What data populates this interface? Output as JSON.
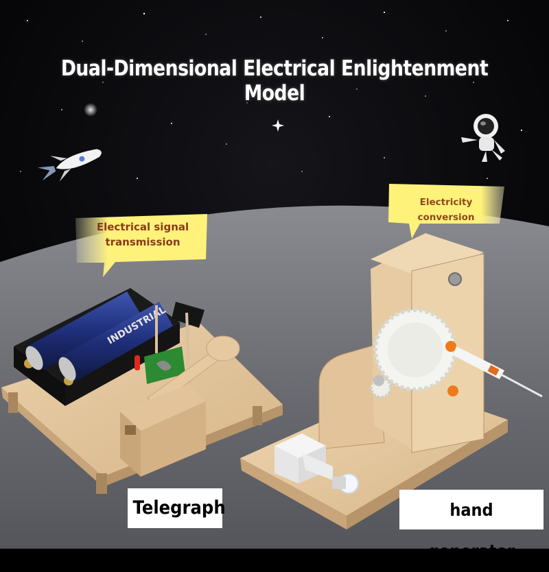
{
  "title": "Dual-Dimensional Electrical Enlightenment Model",
  "callouts": {
    "signal_line1": "Electrical signal",
    "signal_line2": "transmission",
    "conversion": "Electricity conversion"
  },
  "products": {
    "left": "Telegraph",
    "right": "hand generator"
  },
  "battery_text": "INDUSTRIAL",
  "colors": {
    "sky": "#050507",
    "table": "#6f7075",
    "wood": "#e6c9a0",
    "callout": "#fff27a",
    "battery_blue": "#1f2f7a"
  }
}
